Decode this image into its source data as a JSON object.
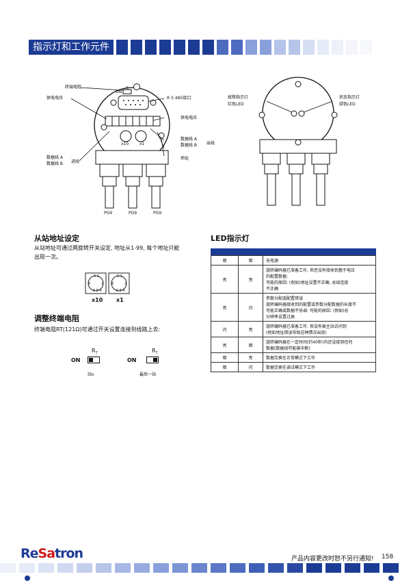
{
  "header": {
    "title": "指示灯和工作元件",
    "squares": [
      "#1c3b94",
      "#1c3b94",
      "#1c3b94",
      "#1c3b94",
      "#1c3b94",
      "#1c3b94",
      "#1c3b94",
      "#4d6cc0",
      "#4d6cc0",
      "#8aa0dc",
      "#8aa0dc",
      "#b6c4ea",
      "#b6c4ea",
      "#d6def4",
      "#e6ebf8",
      "#eef1fa",
      "#f3f5fb",
      "#f6f8fc"
    ]
  },
  "diagram_left": {
    "labels": {
      "terminator": "终端电阻",
      "power_left": "供电电压",
      "rs485": "R S 485接口",
      "power_right": "供电电压",
      "data_a_out": "数据线 A",
      "data_b_out": "数据线 B",
      "out": "出线",
      "data_a_in": "数据线 A",
      "data_b_in": "数据线 B",
      "in": "进线",
      "ground": "地址",
      "x10": "x10",
      "x1": "x1",
      "rt": "R",
      "on": "ON"
    },
    "pg": [
      "PG9",
      "PG9",
      "PG9"
    ]
  },
  "diagram_right": {
    "labels": {
      "fault_led_1": "故障指示灯",
      "fault_led_2": "红色LED",
      "status_led_1": "状态指示灯",
      "status_led_2": "绿色LED"
    }
  },
  "section_address": {
    "title": "从站地址设定",
    "text_1": "从站地址可通过两旋转开关设定, 地址从1-99, 每个地址只能",
    "text_2": "出现一次。",
    "x10": "x10",
    "x1": "x1"
  },
  "section_terminator": {
    "title": "调整终端电阻",
    "text": "终端电阻RT(121Ω)可通过开关设置连接到线路上去:",
    "switches": [
      {
        "rt": "R",
        "sub": "T",
        "on": "ON",
        "caption": "站x"
      },
      {
        "rt": "R",
        "sub": "T",
        "on": "ON",
        "caption": "最后一站"
      }
    ]
  },
  "led_section": {
    "title": "LED指示灯",
    "rows": [
      {
        "a": "暗",
        "b": "暗",
        "desc": [
          "无电源"
        ]
      },
      {
        "a": "亮",
        "b": "亮",
        "desc": [
          "旋转编码器已准备工作, 但还没有接收到基于电压",
          "的配置数据:",
          "可能的原因: (例如)地址设置不正确, 总线连接",
          "不正确"
        ]
      },
      {
        "a": "亮",
        "b": "闪",
        "desc": [
          "参数分配或配置错误",
          "旋转编码器接收到的配置或参数分配数据的长度不",
          "可能正确或数据不协调: 可能的原因: (例如)总",
          "分辨率设置过高"
        ]
      },
      {
        "a": "闪",
        "b": "亮",
        "desc": [
          "旋转编码器已准备工作, 但没有被主站访问到",
          "(例如地址错误导致这种情况出现)"
        ]
      },
      {
        "a": "亮",
        "b": "暗",
        "desc": [
          "旋转编码器在一定时间(约40秒)内还没接到任何",
          "数据(数据线可能被中断)"
        ]
      },
      {
        "a": "暗",
        "b": "亮",
        "desc": [
          "数据交换在正常模式下工作"
        ]
      },
      {
        "a": "暗",
        "b": "闪",
        "desc": [
          "数据交换在调试模式下工作"
        ]
      }
    ]
  },
  "footer": {
    "logo_a": "Re",
    "logo_b": "Sa",
    "logo_c": "tron",
    "notice": "产品内容更改时恕不另行通知!",
    "page": "158"
  }
}
